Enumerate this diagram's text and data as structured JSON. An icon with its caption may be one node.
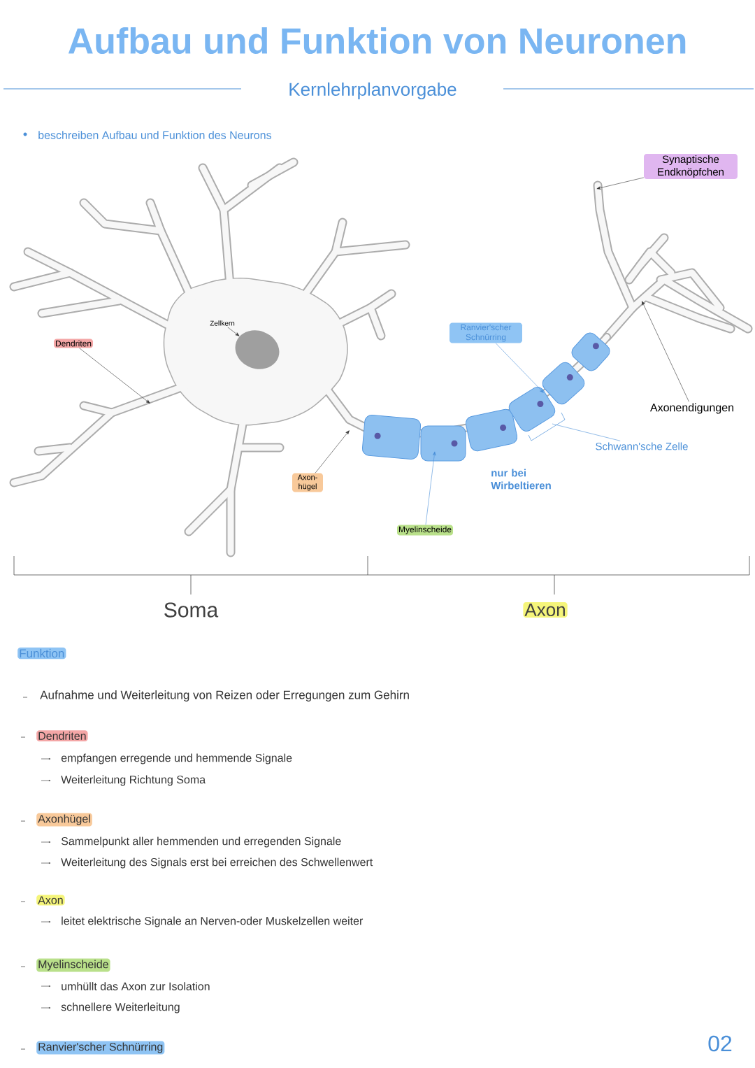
{
  "diagram": {
    "title": "Aufbau und Funktion von Neuronen",
    "nodes": [
      {
        "text": [
          "Zellkern"
        ]
      },
      {
        "text": [],
        "shape": "circle"
      },
      {
        "text": [
          "Dendriten"
        ]
      },
      {
        "text": [
          "Axon-hügel"
        ]
      },
      {
        "text": [
          "Myelinscheide"
        ]
      },
      {
        "text": [
          "Ranvier'scher Schnürring"
        ]
      },
      {
        "text": [
          "Schwann'sche Zelle"
        ]
      },
      {
        "text": [
          "Synaptische Endknöpfchen"
        ]
      },
      {
        "text": [
          "Axonendigungen"
        ]
      }
    ],
    "edges": [
      {
        "from": 0,
        "to": 1,
        "arrow": "to"
      },
      {
        "from": 2,
        "to": null,
        "arrow": "to"
      },
      {
        "from": 3,
        "to": null,
        "arrow": "to"
      },
      {
        "from": 4,
        "to": null,
        "arrow": "to",
        "color": "#4a8fd8"
      },
      {
        "from": 5,
        "to": null,
        "arrow": "to",
        "color": "#4a8fd8"
      },
      {
        "from": 6,
        "to": null,
        "arrow": "none",
        "color": "#4a8fd8"
      },
      {
        "from": 7,
        "to": null,
        "arrow": "to"
      },
      {
        "from": 8,
        "to": null,
        "arrow": "to"
      }
    ],
    "labels": [
      "Kernlehrplanvorgabe",
      "beschreiben Aufbau und Funktion des Neurons",
      "nur bei Wirbeltieren",
      "Soma",
      "Axon",
      "Funktion",
      "Aufnahme und Weiterleitung von Reizen oder Erregungen zum Gehirn",
      "Dendriten",
      "empfangen erregende und hemmende Signale",
      "Weiterleitung Richtung Soma",
      "Axonhügel",
      "Sammelpunkt aller hemmenden und erregenden Signale",
      "Weiterleitung des Signals erst bei erreichen des Schwellenwert",
      "Axon",
      "leitet elektrische Signale an Nerven-oder Muskelzellen weiter",
      "Myelinscheide",
      "umhüllt das Axon zur Isolation",
      "schnellere Weiterleitung",
      "Ranvier'scher Schnürring",
      "02"
    ]
  }
}
